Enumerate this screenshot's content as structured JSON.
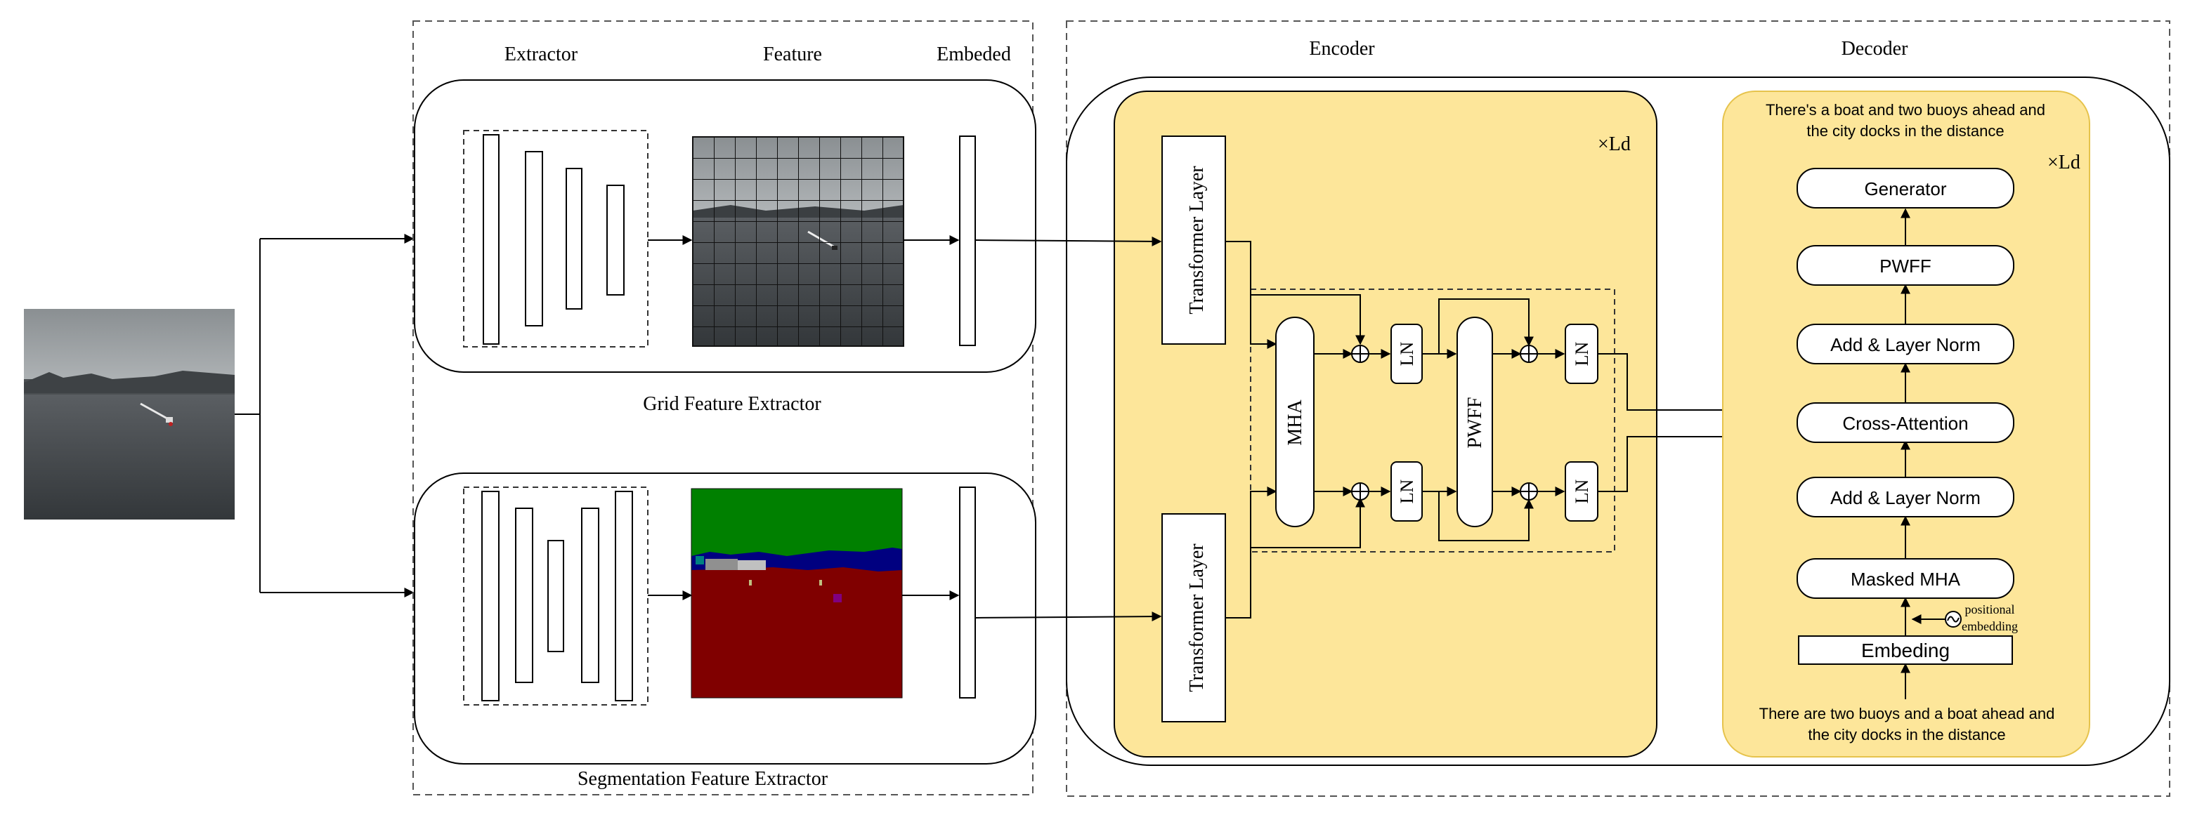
{
  "sections": {
    "extractor": "Extractor",
    "feature": "Feature",
    "embeded": "Embeded",
    "encoder": "Encoder",
    "decoder": "Decoder"
  },
  "extractors": {
    "grid": "Grid Feature Extractor",
    "segmentation": "Segmentation Feature Extractor"
  },
  "encoder": {
    "transformer_layer": "Transformer Layer",
    "mha": "MHA",
    "pwff": "PWFF",
    "ln": "LN",
    "repeat": "×Ld"
  },
  "decoder": {
    "output_caption_line1": "There's a boat and two buoys ahead and",
    "output_caption_line2": "the city docks in the distance",
    "generator": "Generator",
    "pwff": "PWFF",
    "add_norm": "Add & Layer Norm",
    "cross_attention": "Cross-Attention",
    "masked_mha": "Masked MHA",
    "embedding": "Embeding",
    "positional_line1": "positional",
    "positional_line2": "embedding",
    "input_caption_line1": "There are two buoys and a boat ahead and",
    "input_caption_line2": "the city docks in the distance",
    "repeat": "×Ld"
  },
  "colors": {
    "encoder_fill": "#fde69a",
    "decoder_fill": "#fde69a",
    "decoder_border": "#e6c34c",
    "seg_sky": "#008000",
    "seg_water": "#800000",
    "seg_shore": "#000080"
  }
}
